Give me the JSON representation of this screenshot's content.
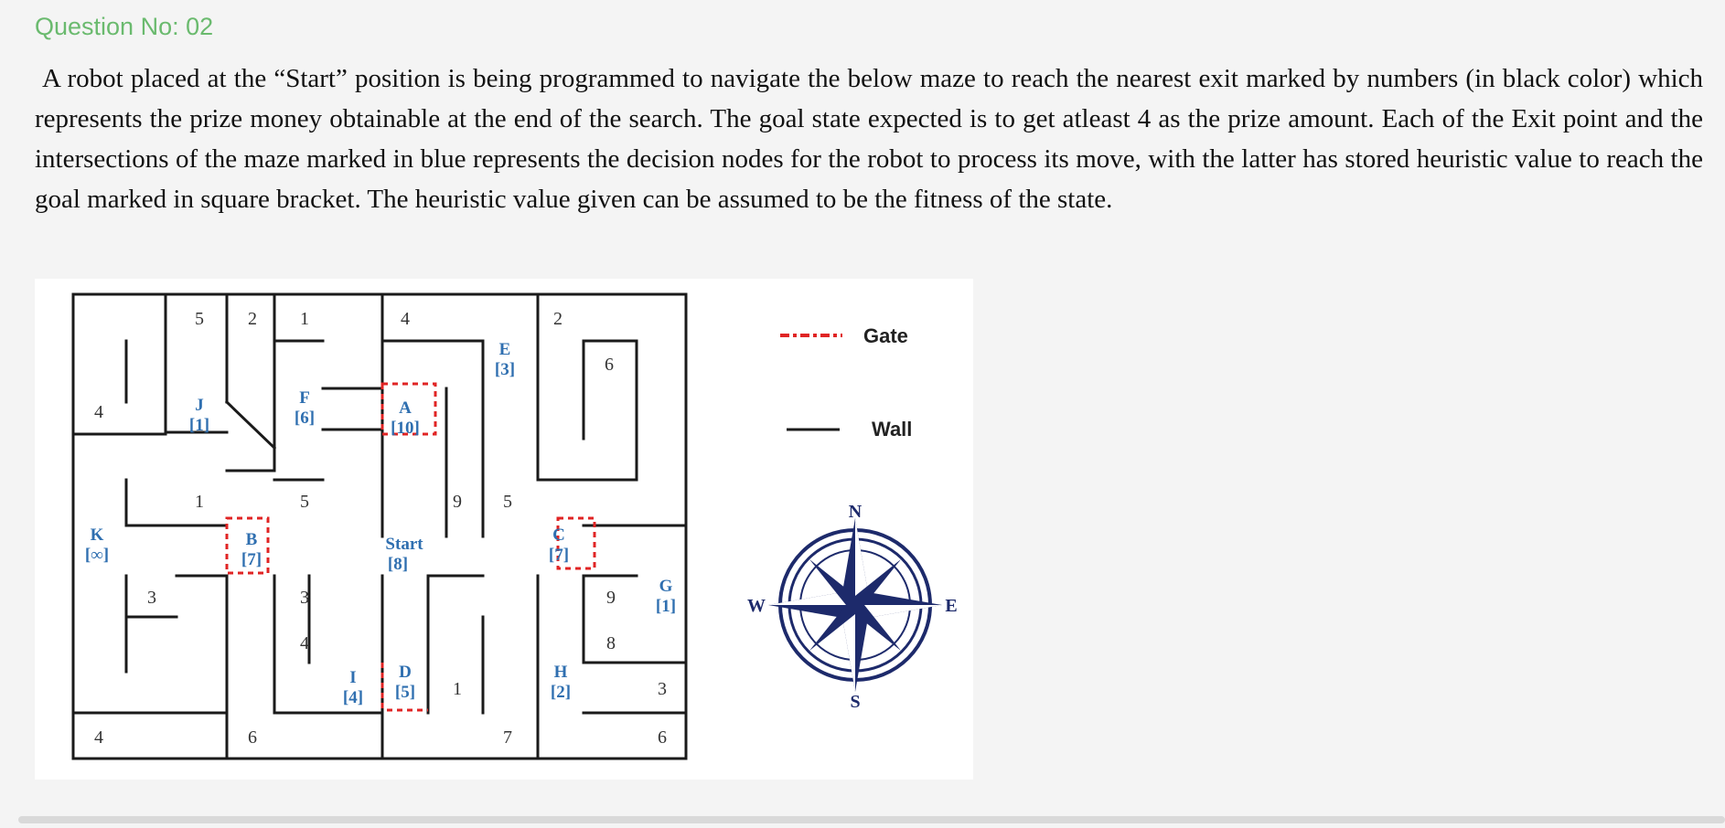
{
  "question": {
    "number_label": "Question No: 02",
    "text": "A robot placed at the “Start” position is being programmed to navigate the below maze to reach the nearest exit marked by numbers (in black color) which represents the prize money obtainable at the end of the search. The goal state expected is to get atleast 4 as the prize amount. Each of the Exit point and the intersections of the maze marked in blue represents the decision nodes for the robot to process its move, with the latter has stored heuristic value to reach the goal marked in square bracket. The heuristic value given can be assumed to be the fitness of the state."
  },
  "maze": {
    "exit_numbers": [
      "5",
      "2",
      "1",
      "4",
      "2",
      "6",
      "4",
      "1",
      "5",
      "9",
      "5",
      "3",
      "3",
      "4",
      "9",
      "8",
      "1",
      "3",
      "4",
      "6",
      "7",
      "6"
    ],
    "nodes": [
      {
        "name": "A",
        "h": "[10]"
      },
      {
        "name": "B",
        "h": "[7]"
      },
      {
        "name": "C",
        "h": "[7]"
      },
      {
        "name": "D",
        "h": "[5]"
      },
      {
        "name": "E",
        "h": "[3]"
      },
      {
        "name": "F",
        "h": "[6]"
      },
      {
        "name": "G",
        "h": "[1]"
      },
      {
        "name": "H",
        "h": "[2]"
      },
      {
        "name": "I",
        "h": "[4]"
      },
      {
        "name": "J",
        "h": "[1]"
      },
      {
        "name": "K",
        "h": "[∞]"
      },
      {
        "name": "Start",
        "h": "[8]"
      }
    ],
    "node_color": "#2f6fb0",
    "gate_color": "#e02424",
    "wall_color": "#1a1a1a"
  },
  "legend": {
    "gate_label": "Gate",
    "wall_label": "Wall"
  },
  "compass": {
    "n": "N",
    "s": "S",
    "e": "E",
    "w": "W",
    "color": "#1d2a6b"
  }
}
